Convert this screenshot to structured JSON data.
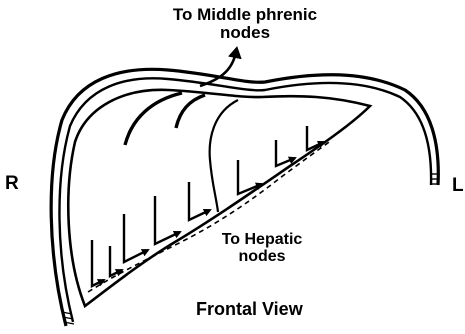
{
  "labels": {
    "middle_phrenic_line1": "To Middle phrenic",
    "middle_phrenic_line2": "nodes",
    "hepatic_line1": "To Hepatic",
    "hepatic_line2": "nodes",
    "view": "Frontal View",
    "right_side": "R",
    "left_side": "L"
  },
  "colors": {
    "ink": "#000000",
    "background": "#ffffff"
  }
}
